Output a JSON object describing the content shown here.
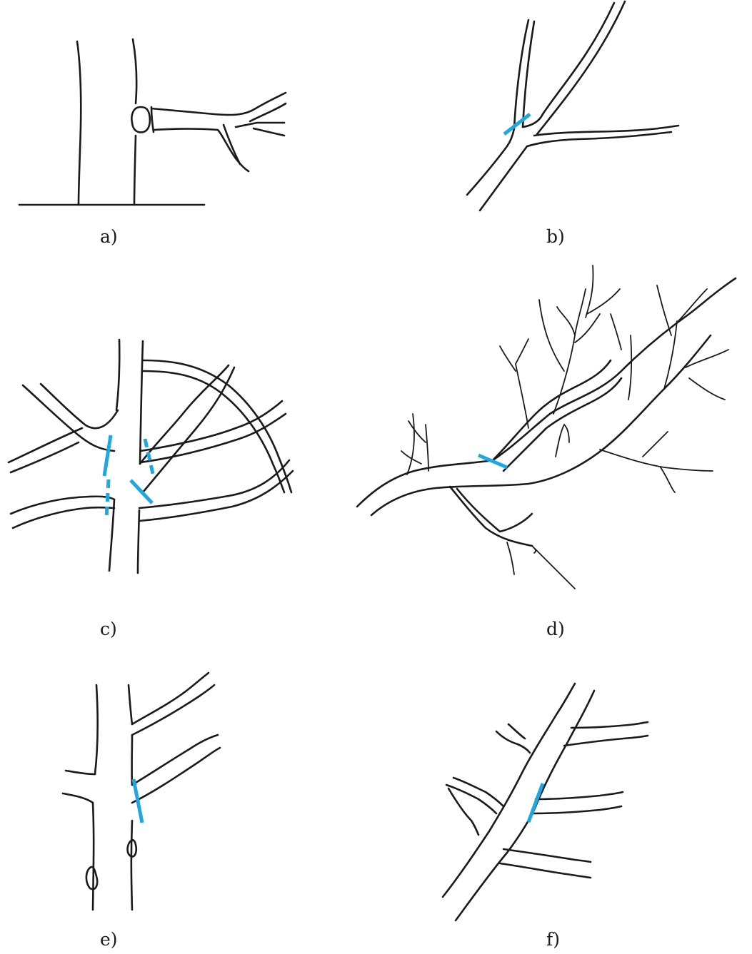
{
  "panels": [
    {
      "id": "a",
      "label": "a)"
    },
    {
      "id": "b",
      "label": "b)"
    },
    {
      "id": "c",
      "label": "c)"
    },
    {
      "id": "d",
      "label": "d)"
    },
    {
      "id": "e",
      "label": "e)"
    },
    {
      "id": "f",
      "label": "f)"
    }
  ],
  "colors": {
    "ink": "#1a1a1a",
    "cut_mark": "#1ea7e0",
    "background": "#ffffff"
  }
}
